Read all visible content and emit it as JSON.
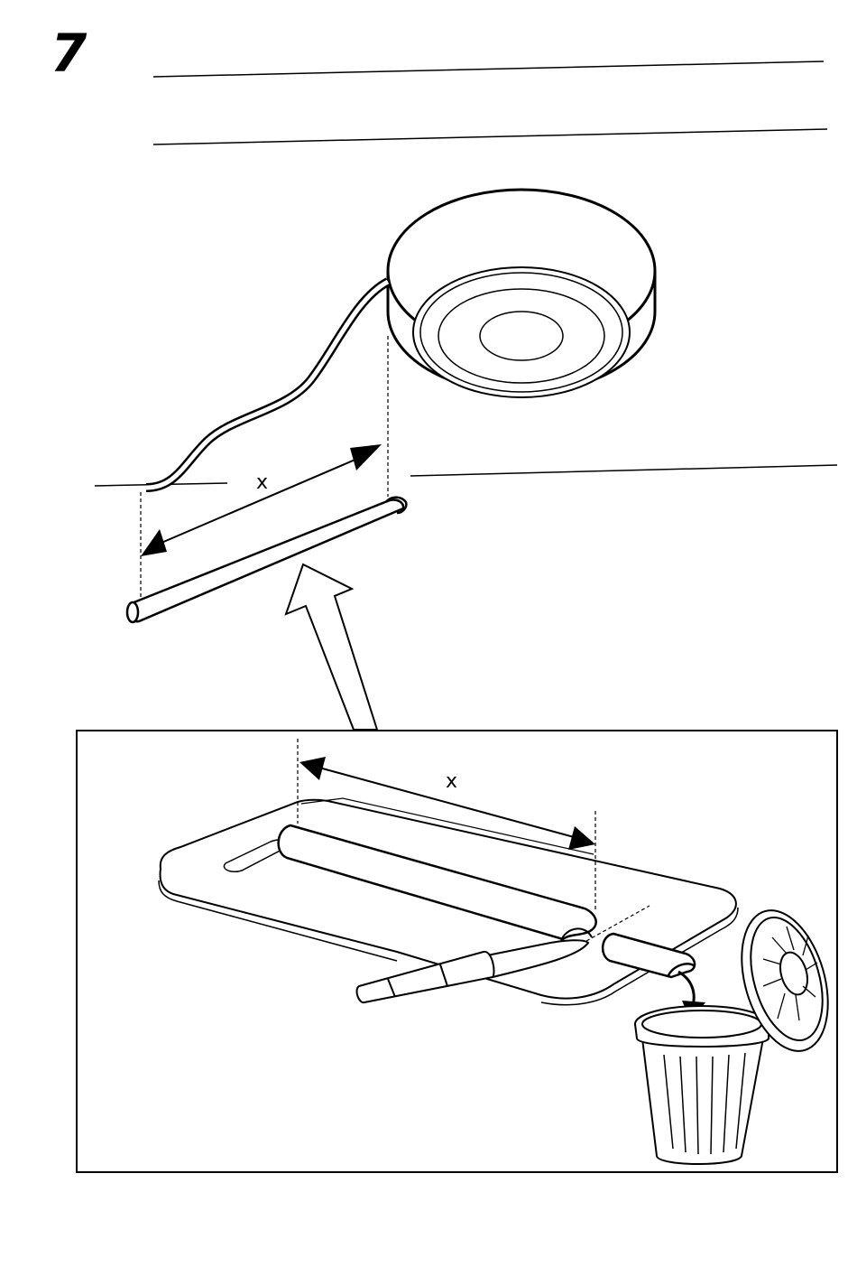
{
  "step": {
    "number": "7"
  },
  "labels": {
    "measure_top": "x",
    "measure_inset": "x"
  },
  "icons": [
    "light-fixture-icon",
    "cable-cover-icon",
    "knife-icon",
    "cutting-board-icon",
    "trash-bin-icon",
    "bin-lid-icon",
    "arrow-icon"
  ],
  "colors": {
    "line": "#000000",
    "background": "#ffffff"
  }
}
